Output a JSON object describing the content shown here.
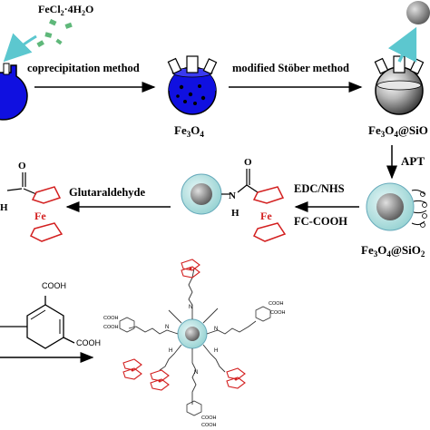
{
  "reactants": {
    "fecl2": "FeCl",
    "fecl2_sub": "2",
    "fecl2_rest": "·4H",
    "fecl2_sub2": "2",
    "fecl2_end": "O"
  },
  "steps": {
    "coprecipitation": "coprecipitation method",
    "stober": "modified Stöber method",
    "apt": "APT",
    "glutaraldehyde": "Glutaraldehyde",
    "edc_nhs": "EDC/NHS",
    "fc_cooh": "FC-COOH"
  },
  "products": {
    "fe3o4_a": "Fe",
    "fe3o4_b": "3",
    "fe3o4_c": "O",
    "fe3o4_d": "4",
    "fe3o4_sio_a": "Fe",
    "fe3o4_sio_b": "3",
    "fe3o4_sio_c": "O",
    "fe3o4_sio_d": "4",
    "fe3o4_sio_e": "@SiO",
    "fe3o4_sio2_a": "Fe",
    "fe3o4_sio2_b": "3",
    "fe3o4_sio2_c": "O",
    "fe3o4_sio2_d": "4",
    "fe3o4_sio2_e": "@SiO",
    "fe3o4_sio2_f": "2"
  },
  "atoms": {
    "fe": "Fe",
    "o": "O",
    "n": "N",
    "h": "H",
    "cooh": "COOH"
  },
  "colors": {
    "flask_blue": "#1010e0",
    "sphere_gray": "#9a9a9a",
    "shell_teal": "#bfe6e6",
    "ferrocene_red": "#d32020",
    "arrow_teal": "#5cc7cf",
    "crystal_green": "#5fb87a"
  }
}
